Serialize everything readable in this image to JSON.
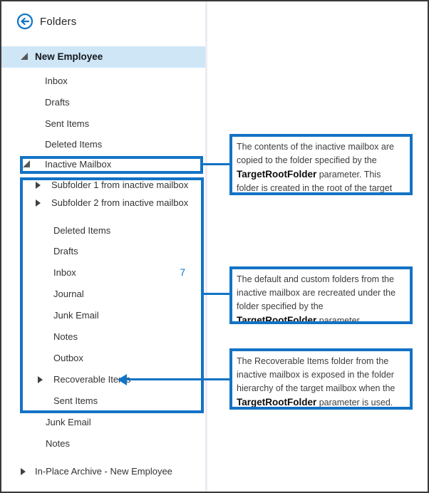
{
  "header": {
    "title": "Folders",
    "back_icon": "back-arrow-icon"
  },
  "colors": {
    "accent_blue": "#1373c5",
    "count_blue": "#0072c6",
    "selected_row_bg": "#cfe6f7"
  },
  "tree": {
    "items": [
      {
        "label": "New Employee",
        "state": "expanded",
        "selected": true
      },
      {
        "label": "Inbox"
      },
      {
        "label": "Drafts"
      },
      {
        "label": "Sent Items"
      },
      {
        "label": "Deleted Items"
      },
      {
        "label": "Inactive Mailbox",
        "state": "expanded"
      },
      {
        "label": "Subfolder 1 from inactive mailbox",
        "state": "collapsed"
      },
      {
        "label": "Subfolder 2 from inactive mailbox",
        "state": "collapsed"
      },
      {
        "label": "Deleted Items"
      },
      {
        "label": "Drafts"
      },
      {
        "label": "Inbox",
        "count": "7"
      },
      {
        "label": "Journal"
      },
      {
        "label": "Junk Email"
      },
      {
        "label": "Notes"
      },
      {
        "label": "Outbox"
      },
      {
        "label": "Recoverable Items",
        "state": "collapsed"
      },
      {
        "label": "Sent Items"
      },
      {
        "label": "Junk Email"
      },
      {
        "label": "Notes"
      },
      {
        "label": "In-Place Archive - New Employee",
        "state": "collapsed"
      }
    ]
  },
  "callouts": [
    {
      "pre": "The contents of the inactive mailbox are copied to the folder specified by the ",
      "bold": "TargetRootFolder",
      "post": " parameter. This folder is created in the root of the target mailbox."
    },
    {
      "pre": "The default and custom folders from the inactive mailbox are recreated under the folder specified by the ",
      "bold": "TargetRootFolder",
      "post": " parameter."
    },
    {
      "pre": "The Recoverable Items folder from the inactive mailbox is exposed in the folder hierarchy of the target mailbox when the ",
      "bold": "TargetRootFolder",
      "post": " parameter is used."
    }
  ]
}
